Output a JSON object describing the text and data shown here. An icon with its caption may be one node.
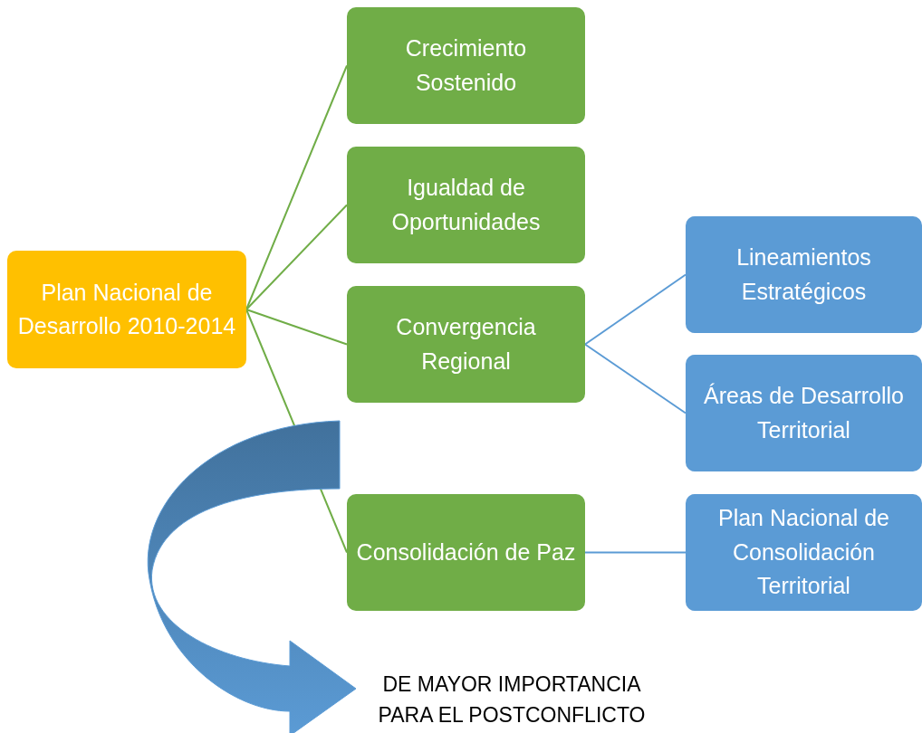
{
  "diagram": {
    "nodes": [
      {
        "text": [
          "Plan Nacional de Desarrollo 2010-2014"
        ]
      },
      {
        "text": [
          "Crecimiento Sostenido"
        ]
      },
      {
        "text": [
          "Igualdad de Oportunidades"
        ]
      },
      {
        "text": [
          "Convergencia Regional"
        ]
      },
      {
        "text": [
          "Consolidación de Paz"
        ]
      },
      {
        "text": [
          "Lineamientos Estratégicos"
        ]
      },
      {
        "text": [
          "Áreas de Desarrollo Territorial"
        ]
      },
      {
        "text": [
          "Plan Nacional de Consolidación Territorial"
        ]
      },
      {
        "text": [
          "DE MAYOR IMPORTANCIA PARA EL POSTCONFLICTO"
        ]
      }
    ],
    "edges": [
      {
        "from": 0,
        "to": 1,
        "arrow": "none"
      },
      {
        "from": 0,
        "to": 2,
        "arrow": "none"
      },
      {
        "from": 0,
        "to": 3,
        "arrow": "none"
      },
      {
        "from": 0,
        "to": 4,
        "arrow": "none"
      },
      {
        "from": 3,
        "to": 5,
        "arrow": "none",
        "color": "#5b9bd5"
      },
      {
        "from": 3,
        "to": 6,
        "arrow": "none",
        "color": "#5b9bd5"
      },
      {
        "from": 4,
        "to": 7,
        "arrow": "none",
        "color": "#5b9bd5"
      },
      {
        "from": null,
        "to": 8,
        "arrow": "to",
        "style": "thick",
        "color": "#5b9bd5"
      }
    ]
  }
}
